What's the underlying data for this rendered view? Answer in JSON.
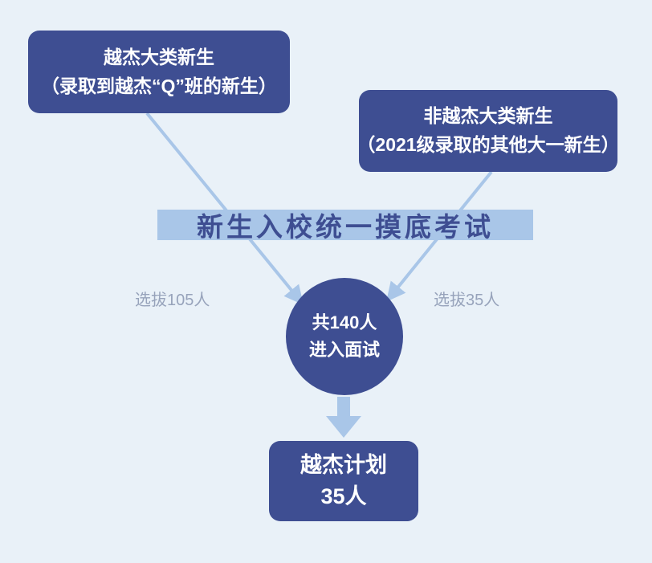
{
  "canvas": {
    "background_color": "#e9f1f8",
    "node_color": "#3e4e92",
    "accent_color": "#a9c6e8",
    "edge_label_color": "#97a3bb"
  },
  "nodes": {
    "yuejie": {
      "line1": "越杰大类新生",
      "line2": "（录取到越杰“Q”班的新生）"
    },
    "non_yuejie": {
      "line1": "非越杰大类新生",
      "line2": "（2021级录取的其他大一新生）"
    },
    "exam_banner": {
      "label": "新生入校统一摸底考试"
    },
    "interview": {
      "line1": "共140人",
      "line2": "进入面试"
    },
    "final": {
      "line1": "越杰计划",
      "line2": "35人"
    }
  },
  "edges": {
    "left_label": "选拔105人",
    "right_label": "选拔35人"
  }
}
